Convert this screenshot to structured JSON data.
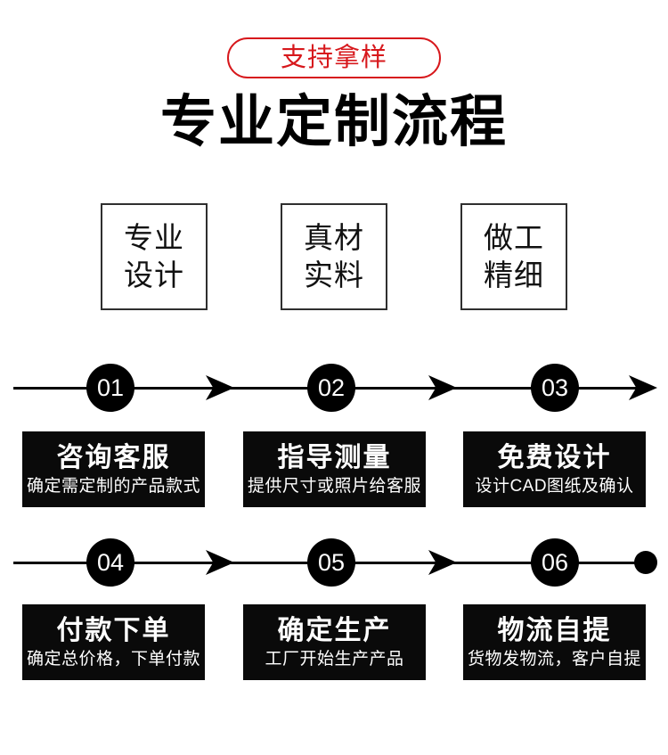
{
  "badge": {
    "label": "支持拿样"
  },
  "title": "专业定制流程",
  "features": [
    {
      "line1": "专业",
      "line2": "设计"
    },
    {
      "line1": "真材",
      "line2": "实料"
    },
    {
      "line1": "做工",
      "line2": "精细"
    }
  ],
  "steps": [
    {
      "number": "01",
      "title": "咨询客服",
      "desc": "确定需定制的产品款式"
    },
    {
      "number": "02",
      "title": "指导测量",
      "desc": "提供尺寸或照片给客服"
    },
    {
      "number": "03",
      "title": "免费设计",
      "desc": "设计CAD图纸及确认"
    },
    {
      "number": "04",
      "title": "付款下单",
      "desc": "确定总价格，下单付款"
    },
    {
      "number": "05",
      "title": "确定生产",
      "desc": "工厂开始生产产品"
    },
    {
      "number": "06",
      "title": "物流自提",
      "desc": "货物发物流，客户自提"
    }
  ],
  "colors": {
    "accent_red": "#d7181c",
    "ink_black": "#000000",
    "step_box_bg": "#0a0a0a",
    "step_text": "#ffffff",
    "background": "#ffffff"
  }
}
